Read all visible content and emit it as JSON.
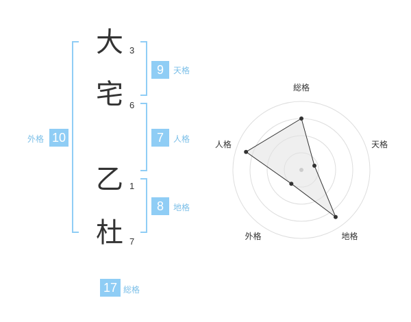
{
  "name": {
    "characters": [
      {
        "char": "大",
        "strokes": "3"
      },
      {
        "char": "宅",
        "strokes": "6"
      },
      {
        "char": "乙",
        "strokes": "1"
      },
      {
        "char": "杜",
        "strokes": "7"
      }
    ]
  },
  "fortunes": {
    "tenkaku": {
      "label": "天格",
      "value": "9"
    },
    "jinkaku": {
      "label": "人格",
      "value": "7"
    },
    "chikaku": {
      "label": "地格",
      "value": "8"
    },
    "gaikaku": {
      "label": "外格",
      "value": "10"
    },
    "soukaku": {
      "label": "総格",
      "value": "17"
    }
  },
  "colors": {
    "accent": "#8fcdf5",
    "accent_text": "#7bbfe8",
    "text": "#333333"
  },
  "chart_data": {
    "type": "radar",
    "axes": [
      "総格",
      "天格",
      "地格",
      "外格",
      "人格"
    ],
    "values": [
      0.75,
      0.2,
      0.85,
      0.25,
      0.85
    ],
    "range": [
      0,
      1
    ],
    "rings": 4
  }
}
